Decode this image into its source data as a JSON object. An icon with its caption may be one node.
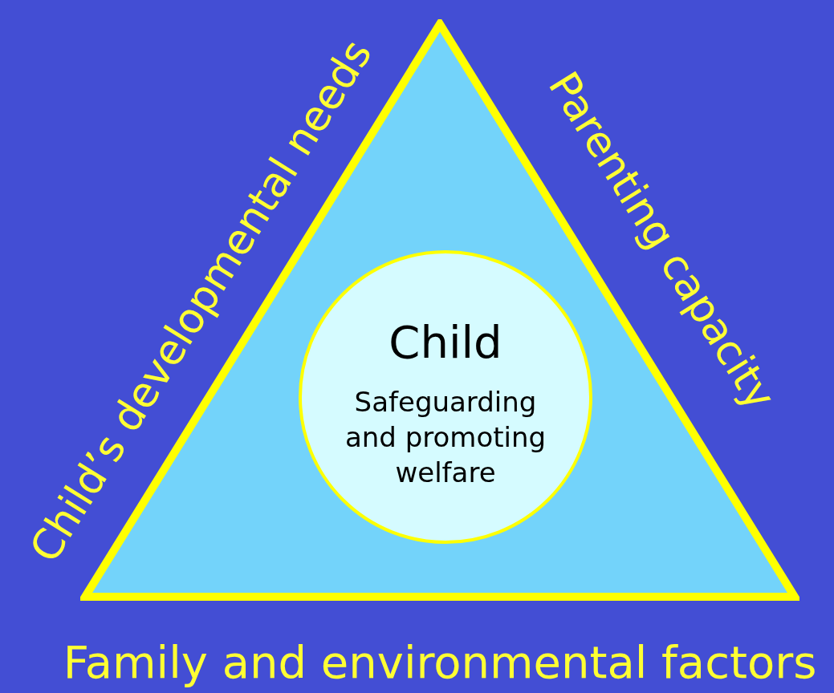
{
  "diagram": {
    "nodes": [
      {
        "text": [],
        "shape": "triangle",
        "beside": [
          "Child’s developmental needs",
          "Parenting capacity",
          "Family and environmental factors"
        ]
      },
      {
        "text": [
          "Child",
          "Safeguarding and promoting welfare"
        ],
        "in": 0
      }
    ]
  }
}
